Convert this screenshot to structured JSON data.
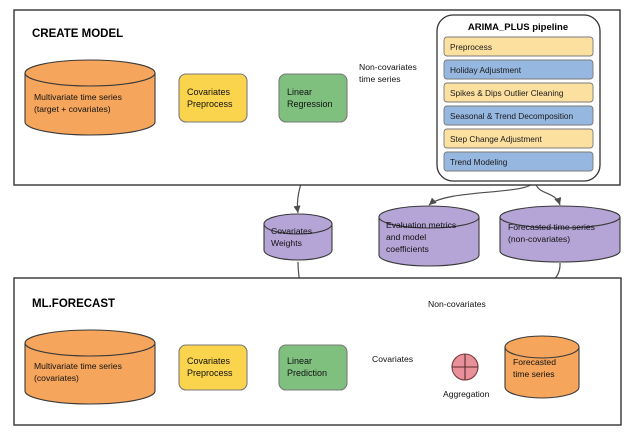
{
  "diagram": {
    "title": "BigQuery ML multivariate time series: CREATE MODEL and ML.FORECAST flow",
    "colors": {
      "orange_fill": "#f5a55c",
      "orange_stroke": "#3a3a3a",
      "yellow_fill": "#fad44d",
      "yellow_pipeline_fill": "#fce0a0",
      "green_fill": "#7fc07f",
      "purple_fill": "#b5a4d6",
      "blue_fill": "#96b7e0",
      "red_fill": "#e8919b",
      "frame_stroke": "#333333",
      "edge_stroke": "#4d4d4d",
      "background": "#ffffff"
    },
    "groups": [
      {
        "id": "create_model",
        "title": "CREATE MODEL"
      },
      {
        "id": "ml_forecast",
        "title": "ML.FORECAST"
      }
    ],
    "create_model": {
      "title": "CREATE MODEL",
      "source_cylinder": {
        "line1": "Multivariate time series",
        "line2": "(target + covariates)"
      },
      "preprocess_box": {
        "line1": "Covariates",
        "line2": "Preprocess"
      },
      "regression_box": {
        "line1": "Linear",
        "line2": "Regression"
      },
      "edge_label": {
        "line1": "Non-covariates",
        "line2": "time series"
      }
    },
    "pipeline": {
      "title": "ARIMA_PLUS pipeline",
      "steps": [
        {
          "label": "Preprocess",
          "color": "yellow"
        },
        {
          "label": "Holiday Adjustment",
          "color": "blue"
        },
        {
          "label": "Spikes & Dips Outlier Cleaning",
          "color": "yellow"
        },
        {
          "label": "Seasonal & Trend Decomposition",
          "color": "blue"
        },
        {
          "label": "Step Change Adjustment",
          "color": "yellow"
        },
        {
          "label": "Trend Modeling",
          "color": "blue"
        }
      ]
    },
    "artifacts": [
      {
        "id": "covariates_weights",
        "line1": "Covariates",
        "line2": "Weights",
        "line3": ""
      },
      {
        "id": "evaluation_metrics",
        "line1": "Evaluation metrics",
        "line2": "and model",
        "line3": "coefficients"
      },
      {
        "id": "forecasted_non_covariates",
        "line1": "Forecasted time series",
        "line2": "(non-covariates)",
        "line3": ""
      }
    ],
    "ml_forecast": {
      "title": "ML.FORECAST",
      "source_cylinder": {
        "line1": "Multivariate time series",
        "line2": "(covariates)"
      },
      "preprocess_box": {
        "line1": "Covariates",
        "line2": "Preprocess"
      },
      "prediction_box": {
        "line1": "Linear",
        "line2": "Prediction"
      },
      "covariates_edge_label": "Covariates",
      "non_covariates_edge_label": "Non-covariates",
      "aggregation_label": "Aggregation",
      "output_cylinder": {
        "line1": "Forecasted",
        "line2": "time series"
      }
    }
  }
}
